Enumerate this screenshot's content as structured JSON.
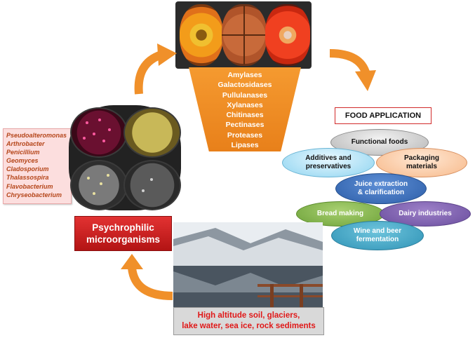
{
  "enzymes": [
    "Amylases",
    "Galactosidases",
    "Pullulanases",
    "Xylanases",
    "Chitinases",
    "Pectinases",
    "Proteases",
    "Lipases"
  ],
  "food_application": {
    "title": "FOOD APPLICATION",
    "items": {
      "functional": "Functional foods",
      "additives": "Additives and\npreservatives",
      "packaging": "Packaging\nmaterials",
      "juice": "Juice extraction\n& clarification",
      "bread": "Bread making",
      "dairy": "Dairy industries",
      "wine": "Wine and beer\nfermentation"
    }
  },
  "microorganisms": [
    "Pseudoalteromonas",
    "Arthrobacter",
    "Penicillium",
    "Geomyces",
    "Cladosporium",
    "Thalassospira",
    "Flavobacterium",
    "Chryseobacterium"
  ],
  "psychrophilic": {
    "line1": "Psychrophilic",
    "line2": "microorganisms"
  },
  "habitat": {
    "line1": "High altitude soil, glaciers,",
    "line2": "lake water, sea ice, rock sediments"
  },
  "colors": {
    "arrow": "#f0902a",
    "enzyme_box": "#f08c24",
    "psychrophilic_box": "#c81e1e",
    "habitat_text": "#e01818",
    "micro_text": "#b5461a"
  }
}
